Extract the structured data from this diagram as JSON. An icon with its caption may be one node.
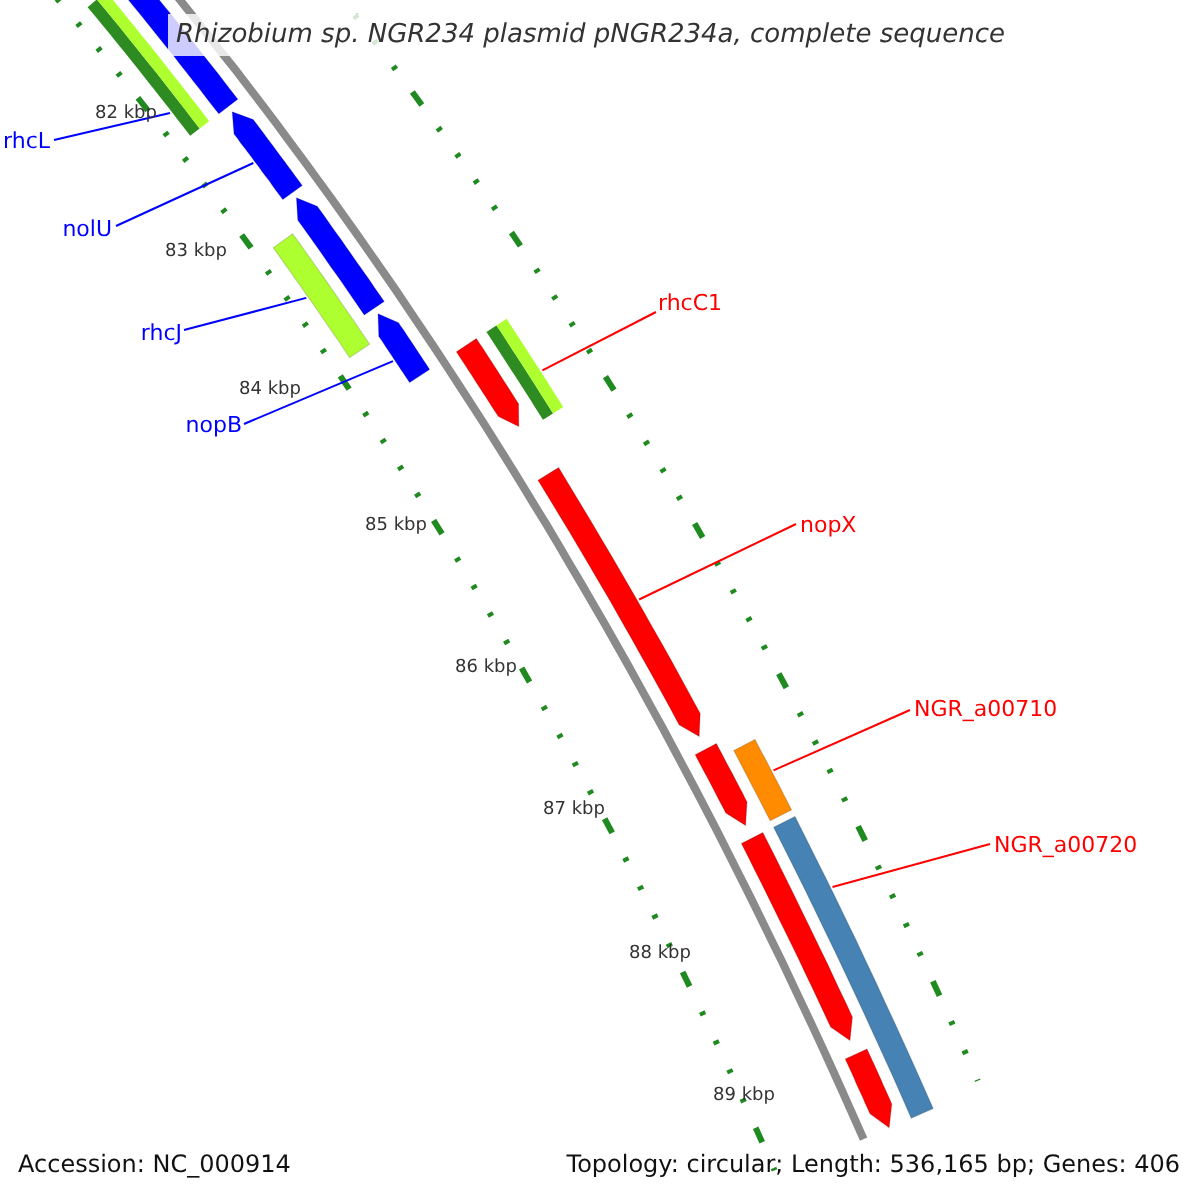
{
  "diagram": {
    "title": "Rhizobium sp. NGR234 plasmid pNGR234a, complete sequence",
    "nodes": [
      {
        "text": [
          "rhcL"
        ]
      },
      {
        "text": [
          "nolU"
        ]
      },
      {
        "text": [
          "rhcJ"
        ]
      },
      {
        "text": [
          "nopB"
        ]
      },
      {
        "text": [
          "rhcC1"
        ]
      },
      {
        "text": [
          "nopX"
        ]
      },
      {
        "text": [
          "NGR_a00710"
        ]
      },
      {
        "text": [
          "NGR_a00720"
        ]
      },
      {
        "text": [],
        "shape": "bar"
      },
      {
        "text": [],
        "shape": "bar"
      },
      {
        "text": [],
        "shape": "bar"
      },
      {
        "text": [],
        "shape": "bar"
      },
      {
        "text": [],
        "shape": "bar"
      },
      {
        "text": [],
        "shape": "bar"
      },
      {
        "text": [],
        "shape": "bar"
      },
      {
        "text": [],
        "shape": "bar"
      },
      {
        "text": [],
        "shape": "bar"
      },
      {
        "text": [],
        "shape": "bar"
      },
      {
        "text": [],
        "shape": "bar"
      },
      {
        "text": [],
        "shape": "bar"
      },
      {
        "text": [],
        "shape": "bar"
      },
      {
        "text": [],
        "shape": "bar"
      }
    ],
    "edges": [
      {
        "from": 0,
        "to": 8,
        "arrow": "none"
      },
      {
        "from": 1,
        "to": 10,
        "arrow": "none"
      },
      {
        "from": 2,
        "to": 12,
        "arrow": "none"
      },
      {
        "from": 3,
        "to": 13,
        "arrow": "none"
      },
      {
        "from": 4,
        "to": 15,
        "arrow": "none",
        "color": "#ff0000"
      },
      {
        "from": 5,
        "to": 16,
        "arrow": "none",
        "color": "#ff0000"
      },
      {
        "from": 6,
        "to": 18,
        "arrow": "none",
        "color": "#ff0000"
      },
      {
        "from": 7,
        "to": 20,
        "arrow": "none",
        "color": "#ff0000"
      }
    ],
    "labels": [
      "82 kbp",
      "83 kbp",
      "84 kbp",
      "85 kbp",
      "86 kbp",
      "87 kbp",
      "88 kbp",
      "89 kbp",
      "Accession: NC_000914",
      "Topology: circular; Length: 536,165 bp; Genes: 406"
    ]
  }
}
